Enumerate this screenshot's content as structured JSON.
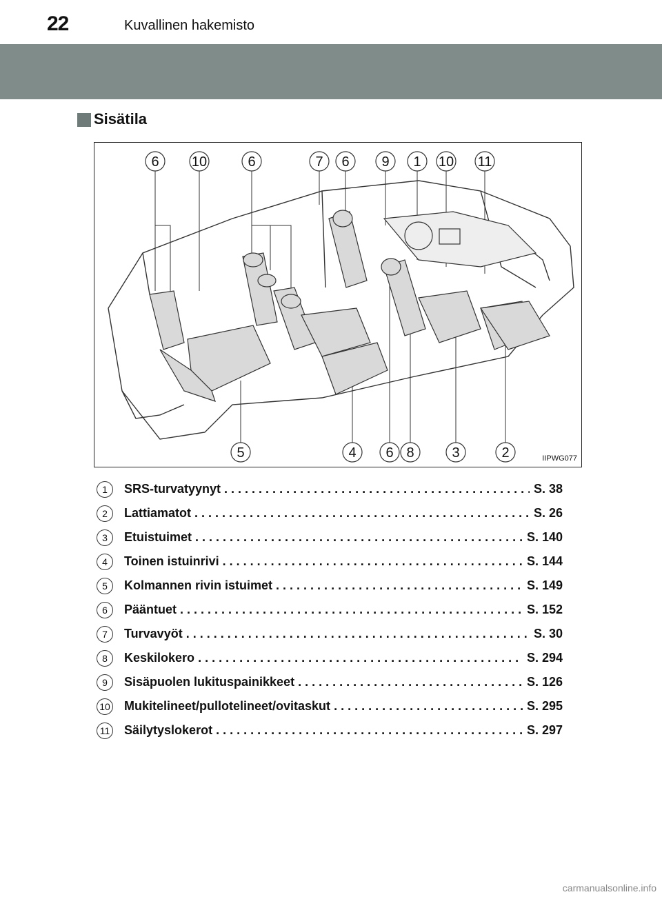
{
  "header": {
    "page_number": "22",
    "section_title": "Kuvallinen hakemisto"
  },
  "subhead": {
    "title": "Sisätila"
  },
  "figure": {
    "code": "IIPWG077",
    "top_callouts": [
      "6",
      "10",
      "6",
      "7",
      "6",
      "9",
      "1",
      "10",
      "11"
    ],
    "bottom_callouts": [
      "5",
      "4",
      "6",
      "8",
      "3",
      "2"
    ]
  },
  "index": [
    {
      "num": "1",
      "label": "SRS-turvatyynyt",
      "page": "S. 38"
    },
    {
      "num": "2",
      "label": "Lattiamatot",
      "page": "S. 26"
    },
    {
      "num": "3",
      "label": "Etuistuimet",
      "page": "S. 140"
    },
    {
      "num": "4",
      "label": "Toinen istuinrivi",
      "page": "S. 144"
    },
    {
      "num": "5",
      "label": "Kolmannen rivin istuimet",
      "page": "S. 149"
    },
    {
      "num": "6",
      "label": "Pääntuet",
      "page": "S. 152"
    },
    {
      "num": "7",
      "label": "Turvavyöt",
      "page": "S. 30"
    },
    {
      "num": "8",
      "label": "Keskilokero",
      "page": "S. 294"
    },
    {
      "num": "9",
      "label": "Sisäpuolen lukituspainikkeet",
      "page": "S. 126"
    },
    {
      "num": "10",
      "label": "Mukitelineet/pullotelineet/ovitaskut",
      "page": "S. 295"
    },
    {
      "num": "11",
      "label": "Säilytyslokerot",
      "page": "S. 297"
    }
  ],
  "watermark": "carmanualsonline.info"
}
